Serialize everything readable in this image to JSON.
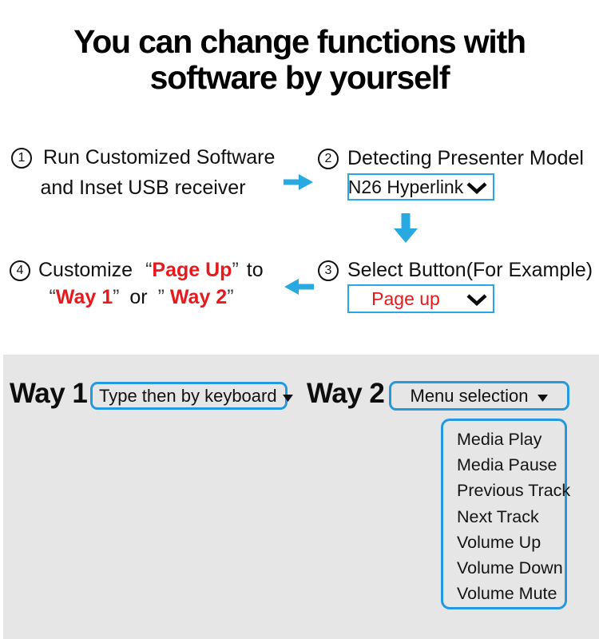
{
  "title": {
    "line1": "You can change functions with",
    "line2": "software by yourself"
  },
  "step1": {
    "number": "1",
    "line1": "Run Customized Software",
    "line2": "and Inset USB receiver"
  },
  "step2": {
    "number": "2",
    "heading": "Detecting Presenter Model",
    "dropdown_value": "N26 Hyperlink"
  },
  "step3": {
    "number": "3",
    "heading": "Select Button(For Example)",
    "dropdown_value": "Page up"
  },
  "step4": {
    "number": "4",
    "word_customize": "Customize",
    "quote_open1": "“",
    "red_page_up": "Page Up",
    "quote_close1": "”",
    "word_to": "to",
    "quote_open2": "“",
    "red_way1": "Way 1",
    "quote_close2": "”",
    "word_or": "or",
    "quote_open3": "”",
    "red_way2": "Way 2",
    "quote_close3": "”"
  },
  "way1": {
    "label": "Way 1",
    "dropdown_value": "Type then by keyboard"
  },
  "way2": {
    "label": "Way 2",
    "dropdown_value": "Menu selection",
    "menu_items": [
      "Media Play",
      "Media Pause",
      "Previous Track",
      "Next Track",
      "Volume Up",
      "Volume Down",
      "Volume Mute"
    ]
  },
  "icons": {
    "flow_arrow_right": "arrow-right",
    "flow_arrow_down": "arrow-down",
    "flow_arrow_left": "arrow-left",
    "dropdown_chevron": "chevron-down",
    "dropdown_triangle": "triangle-down"
  },
  "colors": {
    "accent_blue": "#29a9e2",
    "border_blue": "#2499dd",
    "red": "#e8191c",
    "panel_gray": "#e6e6e6",
    "text_black": "#111111"
  }
}
